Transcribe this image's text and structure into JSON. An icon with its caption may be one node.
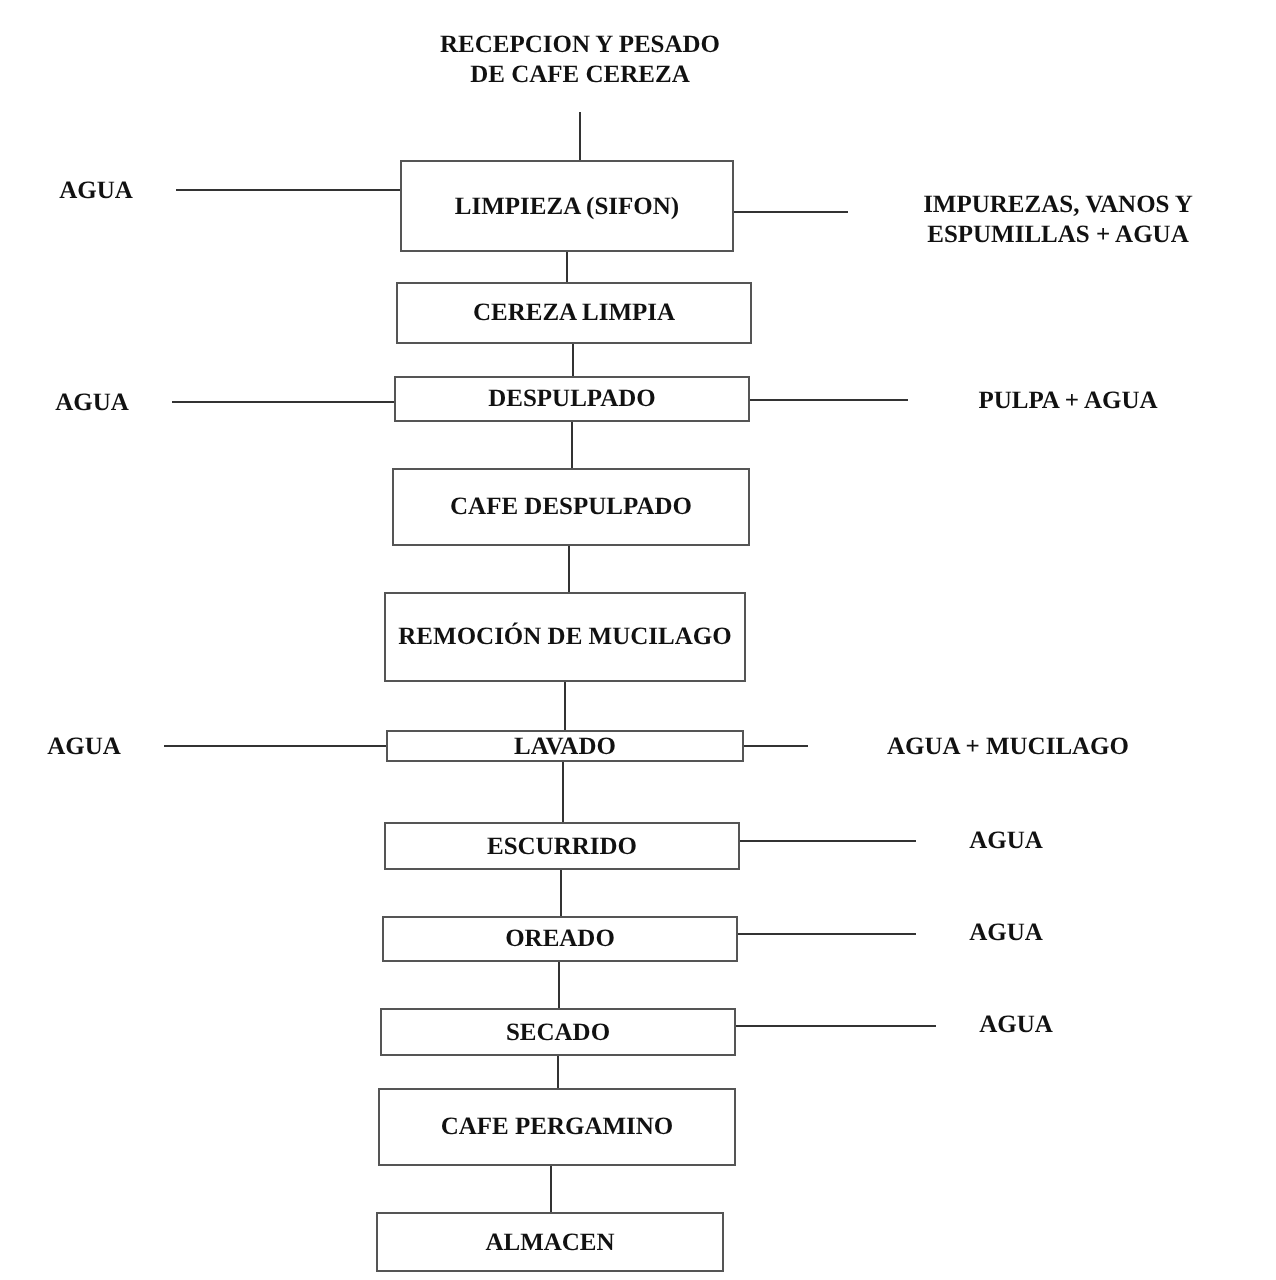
{
  "diagram": {
    "nodes": [
      {
        "text": [
          "RECEPCION Y PESADO DE CAFE CEREZA"
        ]
      },
      {
        "text": [
          "AGUA"
        ]
      },
      {
        "text": [
          "LIMPIEZA (SIFON)"
        ]
      },
      {
        "text": [
          "IMPUREZAS, VANOS Y ESPUMILLAS + AGUA"
        ]
      },
      {
        "text": [
          "CEREZA LIMPIA"
        ]
      },
      {
        "text": [
          "AGUA"
        ]
      },
      {
        "text": [
          "DESPULPADO"
        ]
      },
      {
        "text": [
          "PULPA + AGUA"
        ]
      },
      {
        "text": [
          "CAFE DESPULPADO"
        ]
      },
      {
        "text": [
          "REMOCIÓN DE MUCILAGO"
        ]
      },
      {
        "text": [
          "AGUA"
        ]
      },
      {
        "text": [
          "LAVADO"
        ]
      },
      {
        "text": [
          "AGUA + MUCILAGO"
        ]
      },
      {
        "text": [
          "ESCURRIDO"
        ]
      },
      {
        "text": [
          "AGUA"
        ]
      },
      {
        "text": [
          "OREADO"
        ]
      },
      {
        "text": [
          "AGUA"
        ]
      },
      {
        "text": [
          "SECADO"
        ]
      },
      {
        "text": [
          "AGUA"
        ]
      },
      {
        "text": [
          "CAFE PERGAMINO"
        ]
      },
      {
        "text": [
          "ALMACEN"
        ]
      }
    ],
    "edges": [
      {
        "from": 0,
        "to": 2,
        "arrow": "none"
      },
      {
        "from": 1,
        "to": 2,
        "arrow": "none"
      },
      {
        "from": 2,
        "to": 3,
        "arrow": "none"
      },
      {
        "from": 2,
        "to": 4,
        "arrow": "none"
      },
      {
        "from": 4,
        "to": 6,
        "arrow": "none"
      },
      {
        "from": 5,
        "to": 6,
        "arrow": "none"
      },
      {
        "from": 6,
        "to": 7,
        "arrow": "none"
      },
      {
        "from": 6,
        "to": 8,
        "arrow": "none"
      },
      {
        "from": 8,
        "to": 9,
        "arrow": "none"
      },
      {
        "from": 9,
        "to": 11,
        "arrow": "none"
      },
      {
        "from": 10,
        "to": 11,
        "arrow": "none"
      },
      {
        "from": 11,
        "to": 12,
        "arrow": "none"
      },
      {
        "from": 11,
        "to": 13,
        "arrow": "none"
      },
      {
        "from": 13,
        "to": 14,
        "arrow": "none"
      },
      {
        "from": 13,
        "to": 15,
        "arrow": "none"
      },
      {
        "from": 15,
        "to": 16,
        "arrow": "none"
      },
      {
        "from": 15,
        "to": 17,
        "arrow": "none"
      },
      {
        "from": 17,
        "to": 18,
        "arrow": "none"
      },
      {
        "from": 17,
        "to": 19,
        "arrow": "none"
      },
      {
        "from": 19,
        "to": 20,
        "arrow": "none"
      }
    ]
  }
}
